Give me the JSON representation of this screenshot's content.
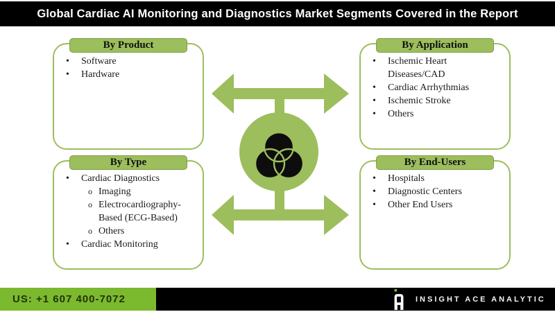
{
  "header": {
    "title": "Global Cardiac AI Monitoring and Diagnostics Market Segments Covered in the Report"
  },
  "boxes": {
    "product": {
      "header": "By Product",
      "items": [
        {
          "level": 1,
          "text": "Software"
        },
        {
          "level": 1,
          "text": "Hardware"
        }
      ]
    },
    "type": {
      "header": "By Type",
      "items": [
        {
          "level": 1,
          "text": "Cardiac Diagnostics"
        },
        {
          "level": 2,
          "text": "Imaging"
        },
        {
          "level": 2,
          "text": "Electrocardiography-Based (ECG-Based)"
        },
        {
          "level": 2,
          "text": "Others"
        },
        {
          "level": 1,
          "text": "Cardiac Monitoring"
        }
      ]
    },
    "application": {
      "header": "By Application",
      "items": [
        {
          "level": 1,
          "text": "Ischemic Heart Diseases/CAD"
        },
        {
          "level": 1,
          "text": "Cardiac Arrhythmias"
        },
        {
          "level": 1,
          "text": "Ischemic Stroke"
        },
        {
          "level": 1,
          "text": "Others"
        }
      ]
    },
    "endusers": {
      "header": "By End-Users",
      "items": [
        {
          "level": 1,
          "text": "Hospitals"
        },
        {
          "level": 1,
          "text": "Diagnostic Centers"
        },
        {
          "level": 1,
          "text": "Other End Users"
        }
      ]
    }
  },
  "center": {
    "icon": "venn-diagram-icon",
    "arrows": "double-headed-horizontal-arrows"
  },
  "footer": {
    "phone": "US: +1 607 400-7072",
    "brand": "INSIGHT ACE ANALYTIC",
    "logo_icon": "insight-ace-logo"
  },
  "colors": {
    "green": "#9CBE5D",
    "footer_green": "#7BB92F",
    "title_bg": "#000000",
    "phone_text": "#213306",
    "venn_black": "#0d0d0d"
  }
}
